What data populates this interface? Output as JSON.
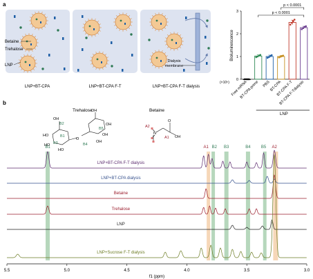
{
  "panel_a": {
    "label": "a",
    "diagram_labels": {
      "betaine": "Betaine",
      "trehalose": "Trehalose",
      "lnp": "LNP",
      "dialysis_membrane": "Dialysis membrane"
    },
    "captions": [
      "LNP+BT-CPA",
      "LNP+BT-CPA F-T",
      "LNP+BT-CPA F-T dialysis"
    ],
    "colors": {
      "box": "#dde3f0",
      "particle": "#f3c995",
      "betaine": "#1e5fa6",
      "trehalose": "#2f7a55",
      "membrane": "#9fb3d9"
    }
  },
  "panel_b": {
    "label": "b",
    "molecules": {
      "trehalose_title": "Trehalose",
      "betaine_title": "Betaine",
      "trehalose_atoms": {
        "oh": "OH",
        "ho": "HO",
        "o": "O"
      },
      "betaine_atoms": {
        "n": "N",
        "o": "O",
        "oh": "OH"
      },
      "assignments": [
        "B1",
        "B2",
        "B3",
        "B4",
        "B5"
      ],
      "betaine_assignments": [
        "A1",
        "A2"
      ]
    },
    "peak_labels": [
      "B1",
      "A1",
      "B2",
      "B3",
      "B4",
      "B5",
      "A2"
    ],
    "traces": [
      {
        "name": "LNP+BT-CPA F-T dialysis",
        "color": "#5b2a6e"
      },
      {
        "name": "LNP+BT-CPA dialysis",
        "color": "#35508c"
      },
      {
        "name": "Betaine",
        "color": "#9b1c2c"
      },
      {
        "name": "Trehalose",
        "color": "#9b1c2c"
      },
      {
        "name": "LNP",
        "color": "#222222"
      },
      {
        "name": "LNP+Sucrose F-T dialysis",
        "color": "#6b7b22"
      }
    ],
    "x_axis": {
      "label": "f1 (ppm)",
      "ticks": [
        "5.5",
        "5.0",
        "4.5",
        "4.0",
        "3.5",
        "3.0"
      ]
    },
    "highlight_colors": {
      "green": "#9ec9a6",
      "orange": "#f3c9a0"
    }
  },
  "chart_data": {
    "type": "bar",
    "categories": [
      "Free mRNA",
      "BT-CPA prime",
      "PBS",
      "BT-CPA",
      "BT-CPA F-T",
      "BT-CPA F-Tdialysis"
    ],
    "values": [
      0.0,
      1.02,
      1.0,
      1.0,
      2.5,
      2.27
    ],
    "errors": [
      0.0,
      0.05,
      0.06,
      0.05,
      0.1,
      0.06
    ],
    "points": [
      [
        0.0,
        0.0,
        0.0,
        0.0
      ],
      [
        0.97,
        1.0,
        1.04,
        1.07
      ],
      [
        0.94,
        0.98,
        1.02,
        1.06
      ],
      [
        0.96,
        0.99,
        1.01,
        1.04
      ],
      [
        2.4,
        2.48,
        2.55,
        2.62
      ],
      [
        2.2,
        2.25,
        2.3,
        2.33
      ]
    ],
    "bar_colors": [
      "#000000",
      "#2f8a55",
      "#1e5fa6",
      "#c69022",
      "#c0392b",
      "#6b3e8f"
    ],
    "ylabel": "Bioluminescence",
    "scale_note": "(×10⁵)",
    "ylim": [
      0,
      3
    ],
    "yticks": [
      "0",
      "1",
      "2",
      "3"
    ],
    "group_label": "LNP",
    "annotations": [
      "p < 0.0001",
      "p < 0.0001"
    ]
  }
}
